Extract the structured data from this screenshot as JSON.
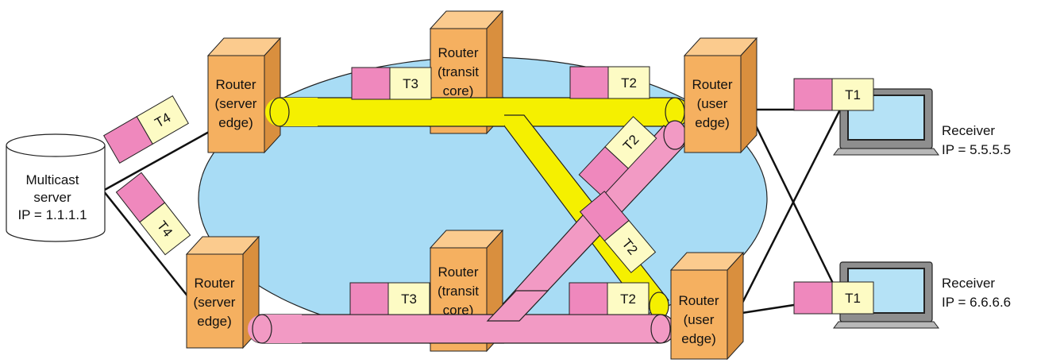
{
  "server": {
    "line1": "Multicast",
    "line2": "server",
    "line3": "IP = 1.1.1.1"
  },
  "routers": {
    "server_edge_top": {
      "line1": "Router",
      "line2": "(server",
      "line3": "edge)"
    },
    "server_edge_bottom": {
      "line1": "Router",
      "line2": "(server",
      "line3": "edge)"
    },
    "transit_top": {
      "line1": "Router",
      "line2": "(transit",
      "line3": "core)"
    },
    "transit_bottom": {
      "line1": "Router",
      "line2": "(transit",
      "line3": "core)"
    },
    "user_edge_top": {
      "line1": "Router",
      "line2": "(user",
      "line3": "edge)"
    },
    "user_edge_bottom": {
      "line1": "Router",
      "line2": "(user",
      "line3": "edge)"
    }
  },
  "receivers": {
    "top": {
      "line1": "Receiver",
      "line2": "IP = 5.5.5.5"
    },
    "bottom": {
      "line1": "Receiver",
      "line2": "IP = 6.6.6.6"
    }
  },
  "tags": {
    "t1": "T1",
    "t2": "T2",
    "t3": "T3",
    "t4": "T4"
  },
  "colors": {
    "cloud": "#a8dcf5",
    "router_front": "#f5b060",
    "router_side": "#d98f3e",
    "router_top": "#fbcb8e",
    "yellow_tunnel": "#f5f000",
    "pink_tunnel": "#f29ac4",
    "tag_pink": "#ef88bd",
    "tag_yellow": "#fdfbc4",
    "screen": "#b5e2f6"
  }
}
